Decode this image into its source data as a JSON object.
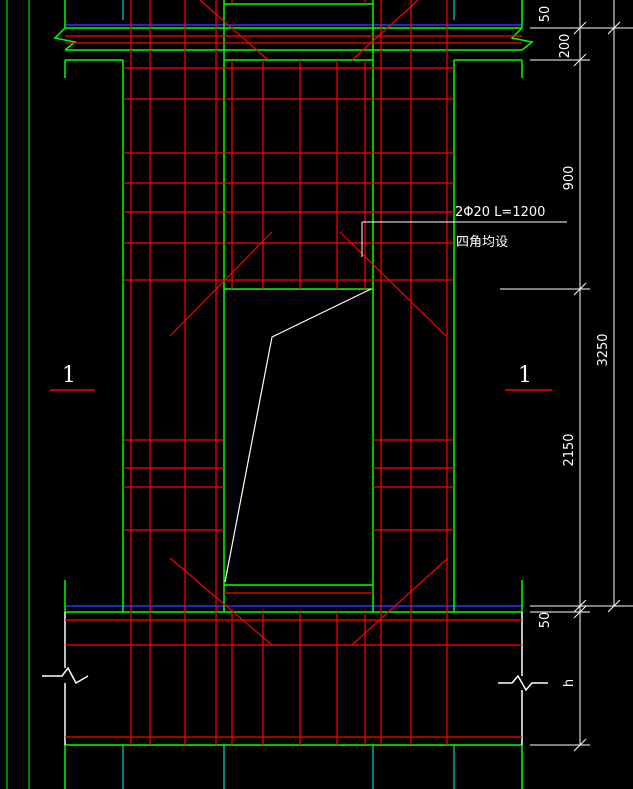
{
  "colors": {
    "background": "#000000",
    "outline": "#00ff00",
    "rebar": "#ff0000",
    "edge": "#0000ff",
    "text": "#ffffff",
    "cyan": "#00ffff"
  },
  "dimensions": {
    "d50_top": "50",
    "d200": "200",
    "d900": "900",
    "d3250": "3250",
    "d2150": "2150",
    "d50_bottom": "50",
    "dh": "h"
  },
  "note": {
    "rebar_spec": "2Φ20  L=1200",
    "placement": "四角均设"
  },
  "section_marks": {
    "left": "1",
    "right": "1"
  }
}
